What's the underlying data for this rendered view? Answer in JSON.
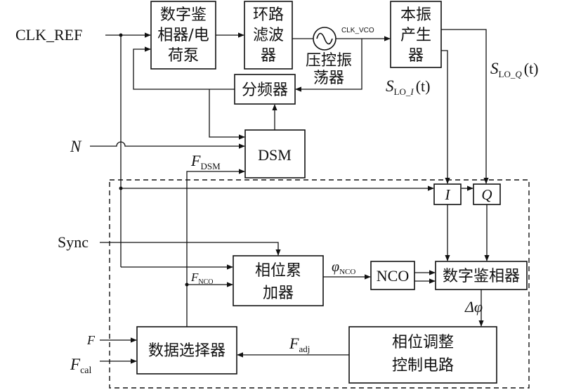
{
  "inputs": {
    "clk_ref": "CLK_REF",
    "n": "N",
    "sync": "Sync",
    "f": "F",
    "f_cal_main": "F",
    "f_cal_sub": "cal"
  },
  "blocks": {
    "pfd_cp": [
      "数字鉴",
      "相器/电",
      "荷泵"
    ],
    "loop_filter": [
      "环路",
      "滤波",
      "器"
    ],
    "vco": [
      "压控振",
      "荡器"
    ],
    "lo_gen": [
      "本振",
      "产生",
      "器"
    ],
    "divider": "分频器",
    "dsm": "DSM",
    "phase_acc": [
      "相位累",
      "加器"
    ],
    "nco": "NCO",
    "digital_pd": "数字鉴相器",
    "phase_adj": [
      "相位调整",
      "控制电路"
    ],
    "mux": "数据选择器",
    "sampler_i": "I",
    "sampler_q": "Q"
  },
  "signals": {
    "clk_vco": "CLK_VCO",
    "s_lo_q_main": "S",
    "s_lo_q_sub": "LO_",
    "s_lo_q_subit": "Q",
    "s_lo_q_arg": "(t)",
    "s_lo_i_main": "S",
    "s_lo_i_sub": "LO_",
    "s_lo_i_subit": "I",
    "s_lo_i_arg": "(t)",
    "f_dsm_main": "F",
    "f_dsm_sub": "DSM",
    "f_nco_main": "F",
    "f_nco_sub": "NCO",
    "phi_nco_main": "φ",
    "phi_nco_sub": "NCO",
    "delta_phi": "Δφ",
    "f_adj_main": "F",
    "f_adj_sub": "adj"
  }
}
